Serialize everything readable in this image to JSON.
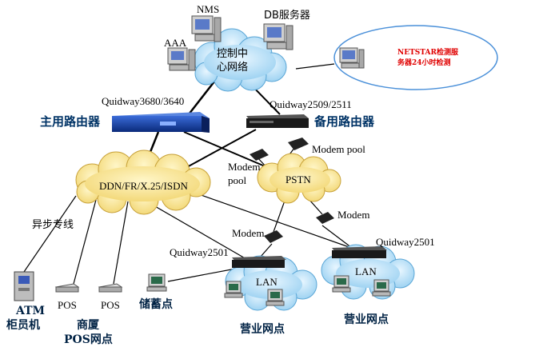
{
  "labels": {
    "nms": "NMS",
    "db_server": "DB服务器",
    "aaa": "AAA",
    "control_center_line1": "控制中",
    "control_center_line2": "心网络",
    "netstar_line1": "NETSTAR检测服",
    "netstar_line2": "务器24小时检测",
    "quidway3680": "Quidway3680/3640",
    "quidway2509": "Quidway2509/2511",
    "main_router": "主用路由器",
    "backup_router": "备用路由器",
    "modem_pool_right": "Modem pool",
    "modem_pool_left_1": "Modem",
    "modem_pool_left_2": "pool",
    "ddn_cloud": "DDN/FR/X.25/ISDN",
    "pstn_cloud": "PSTN",
    "async_line": "异步专线",
    "modem_mid": "Modem",
    "modem_right": "Modem",
    "quidway2501_left": "Quidway2501",
    "quidway2501_right": "Quidway2501",
    "lan_left": "LAN",
    "lan_right": "LAN",
    "atm_line1": "ATM",
    "atm_line2": "柜员机",
    "pos1": "POS",
    "pos2": "POS",
    "mall_line1": "商厦",
    "mall_line2": "POS网点",
    "savings": "储蓄点",
    "branch_left": "营业网点",
    "branch_right": "营业网点"
  }
}
